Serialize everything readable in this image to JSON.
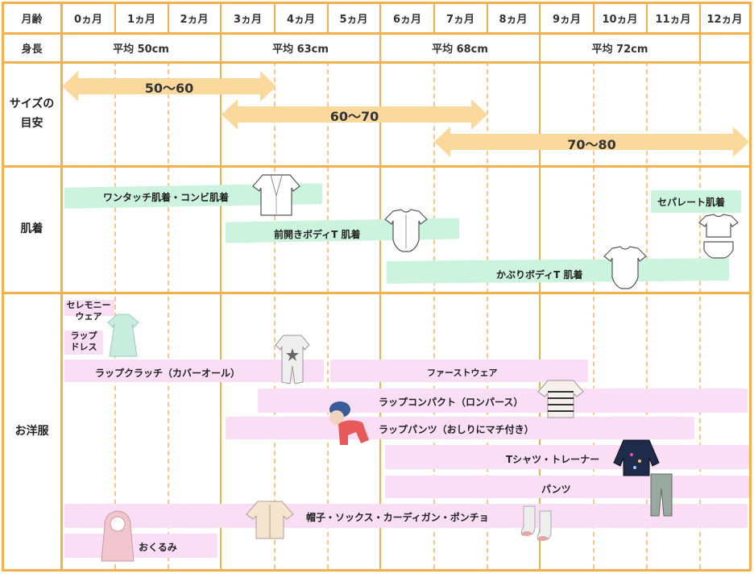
{
  "header": {
    "corner": "月齢",
    "months": [
      "0ヵ月",
      "1ヵ月",
      "2ヵ月",
      "3ヵ月",
      "4ヵ月",
      "5ヵ月",
      "6ヵ月",
      "7ヵ月",
      "8ヵ月",
      "9ヵ月",
      "10ヵ月",
      "11ヵ月",
      "12ヵ月"
    ]
  },
  "height_row": {
    "label": "身長",
    "values": [
      "平均 50cm",
      "平均 63cm",
      "平均 68cm",
      "平均 72cm"
    ]
  },
  "size_row": {
    "label_line1": "サイズの",
    "label_line2": "目安",
    "arrows": [
      "50〜60",
      "60〜70",
      "70〜80"
    ]
  },
  "underwear_row": {
    "label": "肌着",
    "items": [
      "ワンタッチ肌着・コンビ肌着",
      "前開きボディT 肌着",
      "かぶりボディT 肌着",
      "セパレート肌着"
    ]
  },
  "clothes_row": {
    "label": "お洋服",
    "ceremony_line1": "セレモニー",
    "ceremony_line2": "ウェア",
    "wrapdress_line1": "ラップ",
    "wrapdress_line2": "ドレス",
    "items": [
      "ラップクラッチ（カバーオール）",
      "ファーストウェア",
      "ラップコンパクト（ロンパース）",
      "ラップパンツ（おしりにマチ付き）",
      "Tシャツ・トレーナー",
      "パンツ",
      "帽子・ソックス・カーディガン・ポンチョ",
      "おくるみ"
    ]
  },
  "colors": {
    "grid": "#f3b04f",
    "arrow": "#fbd89b",
    "band_green": "#ccf3de",
    "band_pink": "#f9def6"
  }
}
